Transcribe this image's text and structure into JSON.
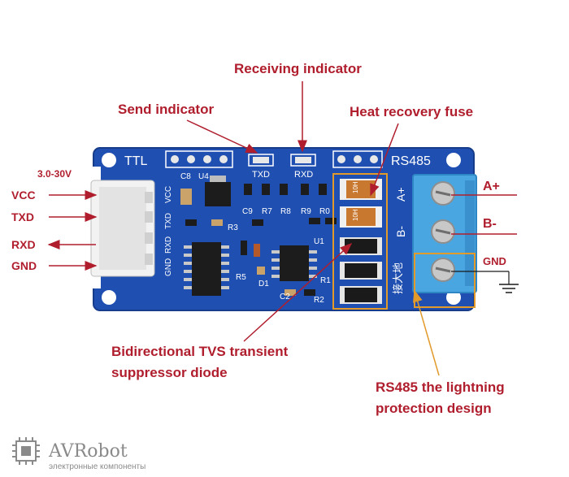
{
  "annotations": {
    "receiving_indicator": "Receiving indicator",
    "send_indicator": "Send indicator",
    "heat_recovery_fuse": "Heat recovery fuse",
    "tvs_line1": "Bidirectional TVS transient",
    "tvs_line2": "suppressor diode",
    "lightning_line1": "RS485 the lightning",
    "lightning_line2": "protection design"
  },
  "left_pins": {
    "voltage": "3.0-30V",
    "vcc": "VCC",
    "txd": "TXD",
    "rxd": "RXD",
    "gnd": "GND"
  },
  "right_pins": {
    "a_plus": "A+",
    "b_minus": "B-",
    "gnd": "GND"
  },
  "board": {
    "ttl": "TTL",
    "rs485": "RS485",
    "txd": "TXD",
    "rxd": "RXD",
    "a_plus": "A+",
    "b_minus": "B-",
    "ground_cn": "接大地",
    "header_pins": [
      "GND",
      "RXD",
      "TXD",
      "VCC"
    ],
    "c8": "C8",
    "u4": "U4",
    "c9": "C9",
    "r7": "R7",
    "r8": "R8",
    "r9": "R9",
    "r0": "R0",
    "r3": "R3",
    "r5": "R5",
    "u1": "U1",
    "d1": "D1",
    "c2": "C2",
    "r2": "R2",
    "r1": "R1",
    "fuse1": "10H",
    "fuse2": "10H"
  },
  "logo": {
    "name": "AVRobot",
    "tagline": "электронные компоненты"
  },
  "colors": {
    "label_red": "#b01e2e",
    "board_blue": "#1f4fb0",
    "terminal_blue": "#4aa6e0",
    "highlight_orange": "#e29a2a"
  }
}
